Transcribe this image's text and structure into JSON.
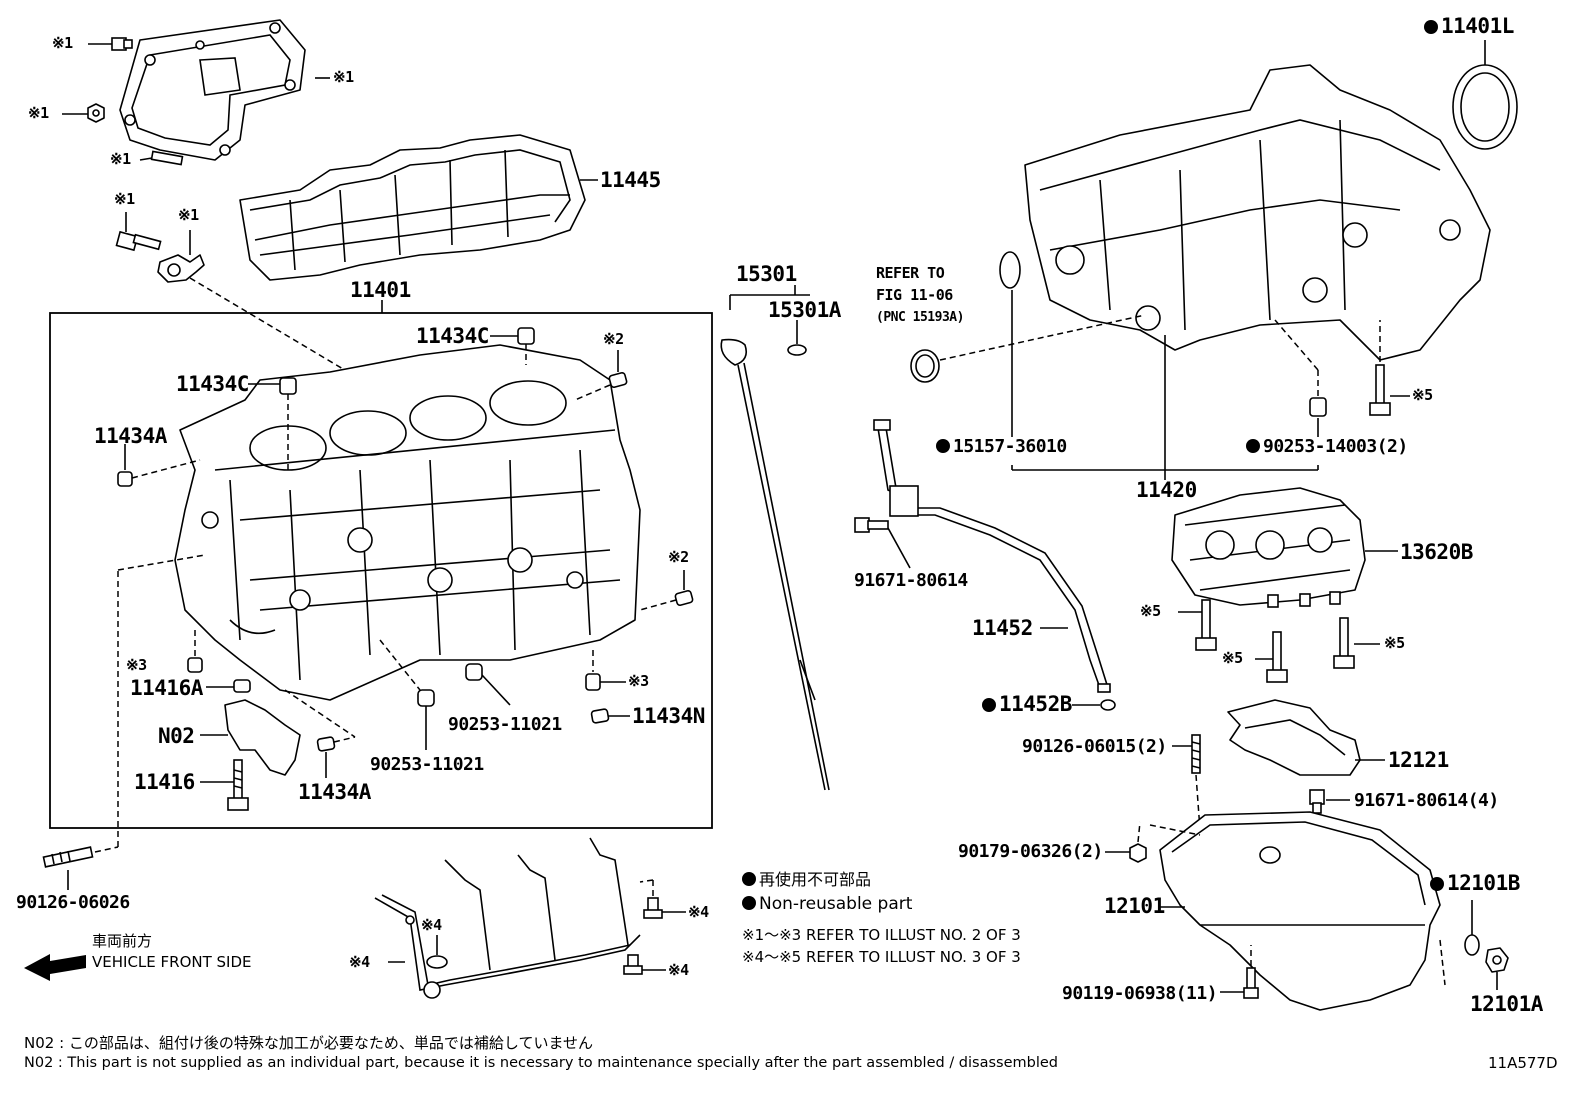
{
  "labels": {
    "ref1_a": "※1",
    "ref1_b": "※1",
    "ref1_c": "※1",
    "ref1_d": "※1",
    "ref1_e": "※1",
    "ref1_f": "※1",
    "p11445": "11445",
    "p11401": "11401",
    "p11434C_a": "11434C",
    "p11434C_b": "11434C",
    "ref2_a": "※2",
    "ref2_b": "※2",
    "p11434A_a": "11434A",
    "ref3_a": "※3",
    "p11416A": "11416A",
    "n02": "N02",
    "p11416": "11416",
    "p11434A_b": "11434A",
    "p90253_11021_a": "90253-11021",
    "p90253_11021_b": "90253-11021",
    "ref3_b": "※3",
    "p11434N": "11434N",
    "p90126_06026": "90126-06026",
    "p15301": "15301",
    "p15301A": "15301A",
    "refer_to": "REFER TO",
    "fig": "FIG 11-06",
    "pnc": "(PNC 15193A)",
    "p11401L": "11401L",
    "p15157": "15157-36010",
    "p90253_14003": "90253-14003(2)",
    "ref5_a": "※5",
    "p11420": "11420",
    "p13620B": "13620B",
    "p91671_80614": "91671-80614",
    "p11452": "11452",
    "ref5_b": "※5",
    "ref5_c": "※5",
    "ref5_d": "※5",
    "p11452B": "11452B",
    "p90126_06015": "90126-06015(2)",
    "p12121": "12121",
    "p91671_80614_4": "91671-80614(4)",
    "p90179": "90179-06326(2)",
    "p12101": "12101",
    "p12101B": "12101B",
    "p12101A": "12101A",
    "p90119": "90119-06938(11)",
    "ref4_a": "※4",
    "ref4_b": "※4",
    "ref4_c": "※4",
    "ref4_d": "※4"
  },
  "legend": {
    "nonreusable_jp": "再使用不可部品",
    "nonreusable_en": "Non-reusable part",
    "ref_1_3": "※1～※3  REFER TO ILLUST NO. 2 OF 3",
    "ref_4_5": "※4～※5  REFER TO ILLUST NO. 3 OF 3"
  },
  "direction": {
    "jp": "車両前方",
    "en": "VEHICLE FRONT SIDE"
  },
  "footnotes": {
    "jp": "N02 : この部品は、組付け後の特殊な加工が必要なため、単品では補給していません",
    "en": "N02 : This part is not supplied as an individual part, because it is necessary to maintenance specially after the part assembled / disassembled"
  },
  "illust_code": "11A577D"
}
